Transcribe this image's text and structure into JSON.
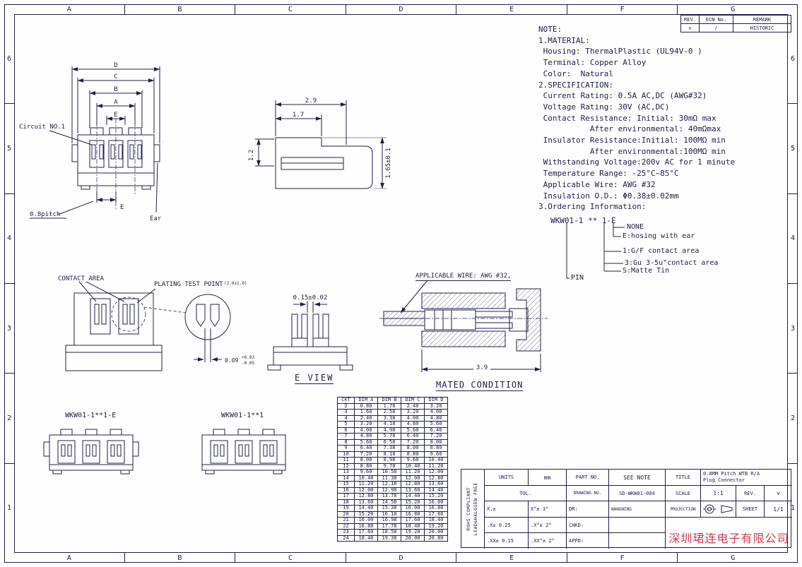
{
  "colors": {
    "ink": "#20204a",
    "red": "#d43a52",
    "paper": "#fefefe"
  },
  "frame": {
    "cols": [
      "A",
      "B",
      "C",
      "D",
      "E",
      "F",
      "G"
    ],
    "rows": [
      "6",
      "5",
      "4",
      "3",
      "2",
      "1"
    ]
  },
  "rev_table": {
    "headers": [
      "REV.",
      "ECN No.",
      "REMARK"
    ],
    "row": [
      "v",
      "/",
      "HISTORIC"
    ]
  },
  "notes": {
    "lines": [
      "NOTE:",
      "1.MATERIAL:",
      " Housing: ThermalPlastic (UL94V-0 )",
      " Terminal: Copper Alloy",
      " Color:  Natural",
      "2.SPECIFICATION:",
      " Current Rating: 0.5A AC,DC (AWG#32)",
      " Voltage Rating: 30V (AC,DC)",
      " Contact Resistance: Initial: 30mΩ max",
      "           After environmental: 40mΩmax",
      " Insulator Resistance:Initial: 100MΩ min",
      "           After environmental:100MΩ min",
      " Withstanding Voltage:200v AC for 1 minute",
      " Temperature Range: -25°C~85°C",
      " Applicable Wire: AWG #32",
      " Insulation O.D.: Φ0.38±0.02mm",
      "3.Ordering Information:"
    ]
  },
  "ordering": {
    "part_number": "WKW01-1 ** 1-E",
    "opt_none": "NONE",
    "opt_ear": "E:hosing with ear",
    "opt_gf": "1:G/F contact area",
    "opt_gu": "3:Gu 3-5u\"contact area",
    "opt_tin": "S:Matte Tin",
    "opt_pin": "PIN"
  },
  "front_view": {
    "dims": {
      "d": "D",
      "c": "C",
      "b": "B",
      "a": "A",
      "e": "E"
    },
    "circuit_label": "Circuit NO.1",
    "pitch_label": "0.8pitch",
    "ear_label": "Ear",
    "section_label": "E"
  },
  "side_view": {
    "dim_width": "2.9",
    "dim_nose": "1.7",
    "dim_height_left": "1.2",
    "dim_height_right": "1.65±0.1"
  },
  "contact_view": {
    "contact_area_label": "CONTACT AREA",
    "plating_label": "PLATING TEST POINT",
    "plating_tol": "(2.0±1.0)",
    "dim_value": "0.09",
    "dim_plus": "+0.03",
    "dim_minus": "-0.05"
  },
  "e_view": {
    "dim": "0.15±0.02",
    "caption": "E VIEW"
  },
  "mated_view": {
    "wire_label": "APPLICABLE WIRE: AWG #32,",
    "dim": "3.9",
    "caption": "MATED CONDITION"
  },
  "variants": {
    "with_ear": "WKW01-1**1-E",
    "without_ear": "WKW01-1**1"
  },
  "dim_table": {
    "headers": [
      "CKT",
      "DIM A",
      "DIM B",
      "DIM C",
      "DIM D"
    ],
    "rows": [
      [
        "2",
        "0.80",
        "1.78",
        "2.40",
        "3.20"
      ],
      [
        "3",
        "1.60",
        "2.58",
        "3.20",
        "4.00"
      ],
      [
        "4",
        "2.40",
        "3.38",
        "4.00",
        "4.80"
      ],
      [
        "5",
        "3.20",
        "4.18",
        "4.80",
        "5.60"
      ],
      [
        "6",
        "4.00",
        "4.98",
        "5.60",
        "6.40"
      ],
      [
        "7",
        "4.80",
        "5.78",
        "6.40",
        "7.20"
      ],
      [
        "8",
        "5.60",
        "6.58",
        "7.20",
        "8.00"
      ],
      [
        "9",
        "6.40",
        "7.38",
        "8.00",
        "8.80"
      ],
      [
        "10",
        "7.20",
        "8.18",
        "8.80",
        "9.60"
      ],
      [
        "11",
        "8.00",
        "8.98",
        "9.60",
        "10.40"
      ],
      [
        "12",
        "8.80",
        "9.78",
        "10.40",
        "11.20"
      ],
      [
        "13",
        "9.60",
        "10.58",
        "11.20",
        "12.00"
      ],
      [
        "14",
        "10.40",
        "11.38",
        "12.00",
        "12.80"
      ],
      [
        "15",
        "11.20",
        "12.18",
        "12.80",
        "13.60"
      ],
      [
        "16",
        "12.00",
        "12.98",
        "13.60",
        "14.40"
      ],
      [
        "17",
        "12.80",
        "13.78",
        "14.40",
        "15.20"
      ],
      [
        "18",
        "13.60",
        "14.58",
        "15.20",
        "16.00"
      ],
      [
        "19",
        "14.40",
        "15.38",
        "16.00",
        "16.80"
      ],
      [
        "20",
        "15.20",
        "16.18",
        "16.80",
        "17.60"
      ],
      [
        "21",
        "16.00",
        "16.98",
        "17.60",
        "18.40"
      ],
      [
        "22",
        "16.80",
        "17.78",
        "18.40",
        "19.20"
      ],
      [
        "23",
        "17.60",
        "18.58",
        "19.20",
        "20.00"
      ],
      [
        "24",
        "18.40",
        "19.38",
        "20.00",
        "20.80"
      ]
    ]
  },
  "title_block": {
    "rohs_line1": "ROHS COMPLIANT",
    "rohs_line2": "LEAD&HALOGEN FREE",
    "units_label": "UNITS",
    "units_value": "mm",
    "part_no_label": "PART NO.",
    "part_no_value": "SEE NOTE",
    "title_label": "TITLE",
    "title_line1": "0.8MM Pitch WTB  R/A",
    "title_line2": "Plug Connector",
    "tol_label": "TOL.",
    "drawing_no_label": "DRAWING NO.",
    "drawing_no_value": "SD-WKW01-004",
    "scale_label": "SCALE",
    "scale_value": "1:1",
    "rev_label": "REV.",
    "rev_value": "v",
    "tol": [
      {
        "lin": "X.±",
        "ang": "X°±  3°"
      },
      {
        "lin": ".X±  0.25",
        "ang": ".X°±  2°"
      },
      {
        "lin": ".XX±  0.15",
        "ang": ".XX°±  2°"
      }
    ],
    "dr_label": "DR:",
    "dr_value": "WANGNING",
    "chkd_label": "CHKD:",
    "appd_label": "APPD:",
    "projection_label": "PROJECTION",
    "sheet_label": "SHEET",
    "sheet_value": "1/1",
    "company": "深圳珺连电子有限公司"
  }
}
